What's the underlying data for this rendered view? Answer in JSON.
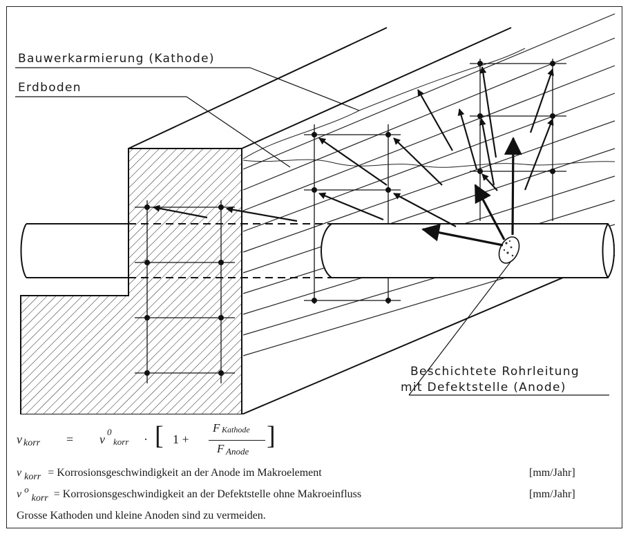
{
  "figure": {
    "label_reinforcement": "Bauwerkarmierung (Kathode)",
    "label_soil": "Erdboden",
    "label_pipe_line1": "Beschichtete Rohrleitung",
    "label_pipe_line2": "mit Defektstelle (Anode)"
  },
  "formula": {
    "v": "v",
    "korr": "korr",
    "v0_sup": "0",
    "one_plus": "1 +",
    "f": "F",
    "kathode": "Kathode",
    "anode": "Anode"
  },
  "legend": [
    {
      "symbol_v": "v",
      "symbol_sub": "korr",
      "symbol_sup": "",
      "text": "= Korrosionsgeschwindigkeit an der Anode im Makroelement",
      "unit": "[mm/Jahr]"
    },
    {
      "symbol_v": "v",
      "symbol_sub": "korr",
      "symbol_sup": "o",
      "text": "= Korrosionsgeschwindigkeit an der Defektstelle ohne Makroeinfluss",
      "unit": "[mm/Jahr]"
    }
  ],
  "note": "Grosse Kathoden und kleine Anoden sind zu vermeiden."
}
